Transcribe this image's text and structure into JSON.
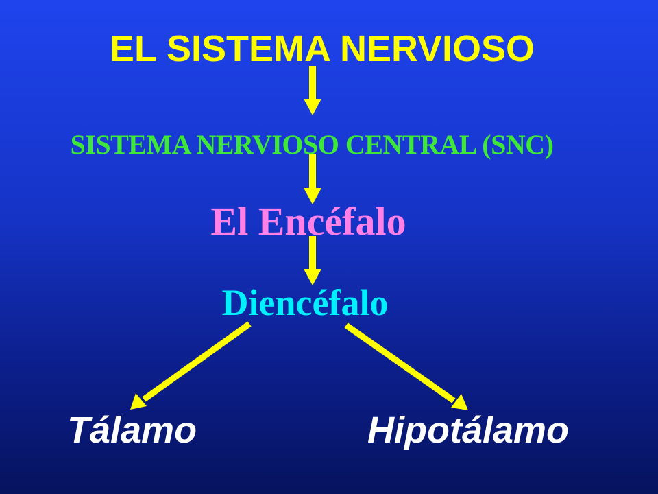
{
  "nodes": {
    "root": "EL SISTEMA NERVIOSO",
    "level1": "SISTEMA NERVIOSO CENTRAL (SNC)",
    "level2": "El Encéfalo",
    "level3": "Diencéfalo",
    "leaf_left": "Tálamo",
    "leaf_right": "Hipotálamo"
  },
  "edges": [
    {
      "from": "root",
      "to": "level1"
    },
    {
      "from": "level1",
      "to": "level2"
    },
    {
      "from": "level2",
      "to": "level3"
    },
    {
      "from": "level3",
      "to": "leaf_left"
    },
    {
      "from": "level3",
      "to": "leaf_right"
    }
  ],
  "colors": {
    "background_top": "#1f44ee",
    "background_bottom": "#06135e",
    "arrow": "#ffff00",
    "root": "#ffff00",
    "level1": "#3fe838",
    "level2": "#ff80e6",
    "level3": "#00f0ff",
    "leaves": "#ffffff"
  }
}
